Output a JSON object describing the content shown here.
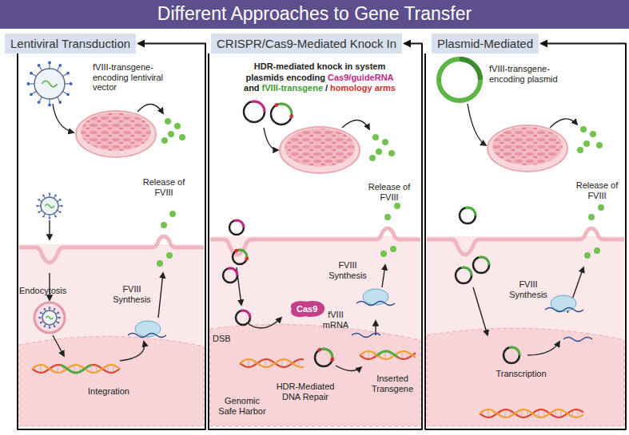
{
  "diagram": {
    "title": "Different Approaches to Gene Transfer",
    "nodes": [
      {
        "text": [
          "Lentiviral Transduction"
        ]
      },
      {
        "text": [
          "CRISPR/Cas9-Mediated Knock In"
        ]
      },
      {
        "text": [
          "Plasmid-Mediated"
        ]
      },
      {
        "text": [
          "Cas9"
        ]
      }
    ],
    "labels": [
      "fVIII-transgene-encoding lentiviral vector",
      "Release of FVIII",
      "Endocytosis",
      "FVIII Synthesis",
      "Integration",
      "HDR-mediated knock in system",
      "plasmids encoding",
      "Cas9/guideRNA",
      "and",
      "fVIII-transgene",
      "/",
      "homology arms",
      "Release of FVIII",
      "FVIII Synthesis",
      "fVIII mRNA",
      "DSB",
      "Genomic Safe Harbor",
      "HDR-Mediated DNA Repair",
      "Inserted Transgene",
      "fVIII-transgene-encoding plasmid",
      "Release of FVIII",
      "FVIII Synthesis",
      "Transcription"
    ]
  }
}
